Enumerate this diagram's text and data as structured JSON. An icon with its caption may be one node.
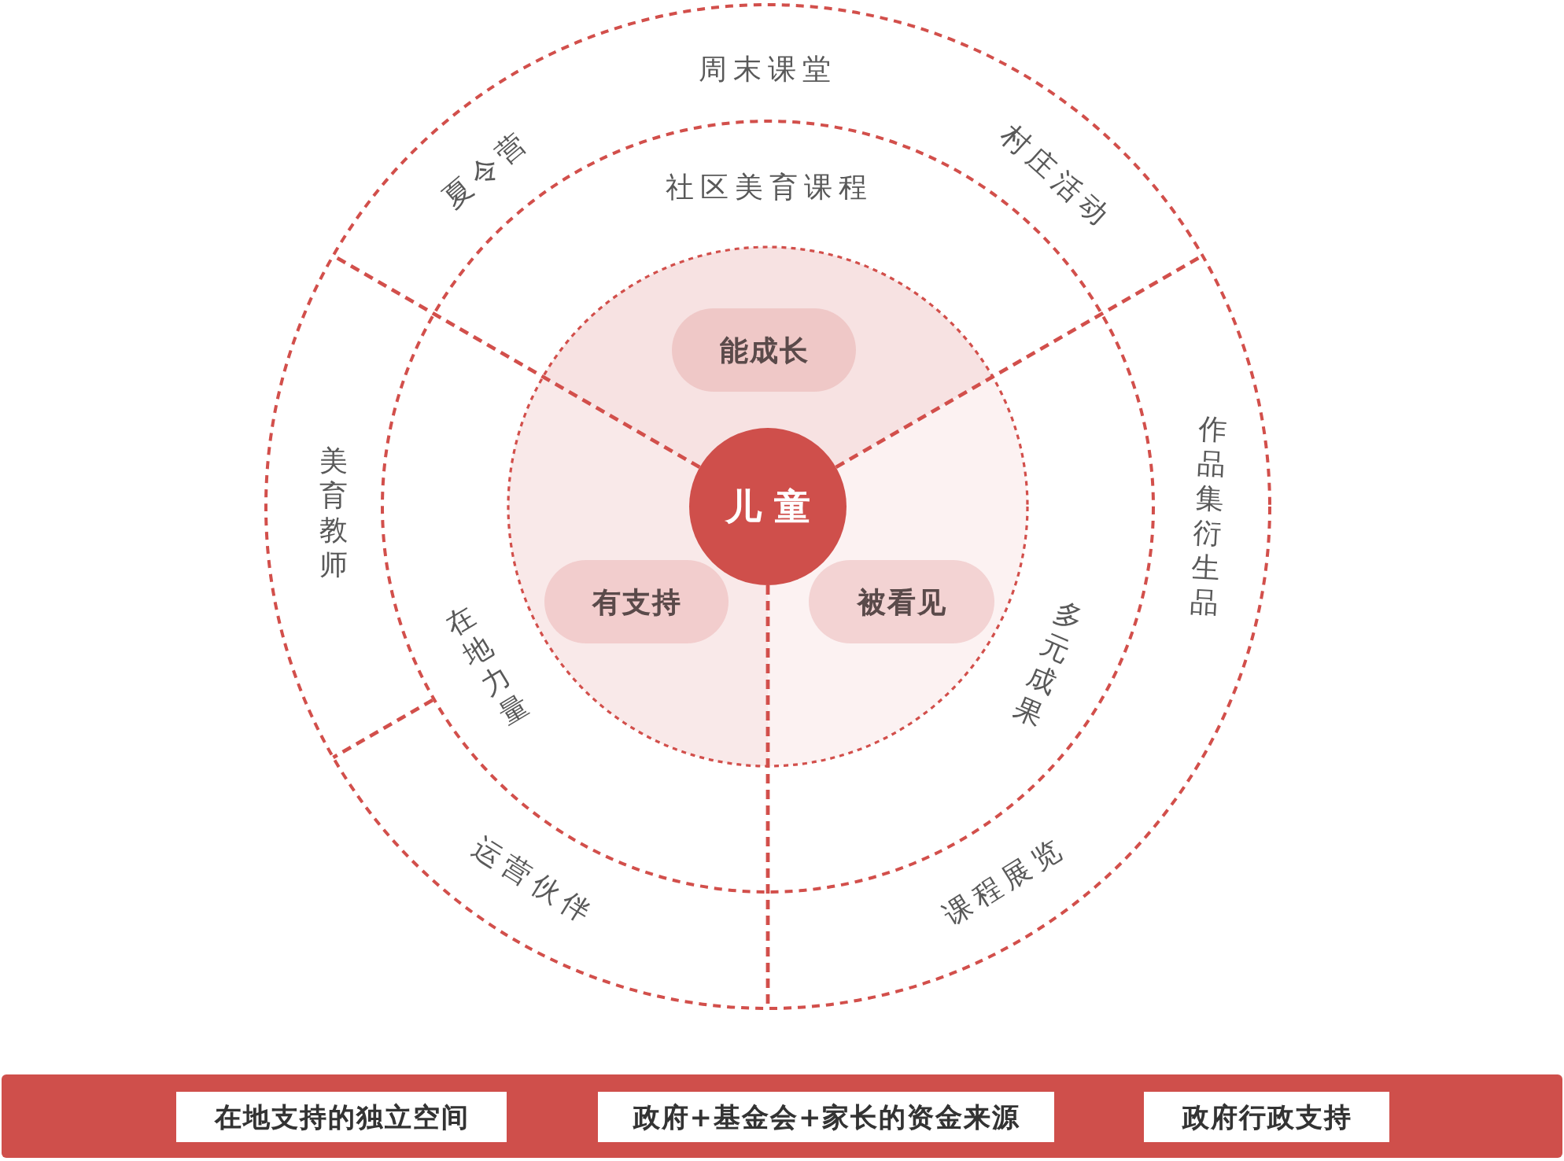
{
  "diagram": {
    "nodes": [
      {
        "text": [
          "周末课堂",
          "夏令营",
          "村庄活动",
          "美育教师",
          "作品集衍生品",
          "运营伙伴",
          "课程展览"
        ]
      },
      {
        "text": [
          "社区美育课程",
          "在地力量",
          "多元成果"
        ],
        "in": 0
      },
      {
        "text": [],
        "shape": "circle",
        "in": 1
      },
      {
        "text": [
          "能成长"
        ],
        "in": 2
      },
      {
        "text": [
          "儿童"
        ],
        "in": 2
      },
      {
        "text": [
          "有支持"
        ],
        "in": 2
      },
      {
        "text": [
          "被看见"
        ],
        "in": 2
      },
      {
        "text": [],
        "shape": "bar"
      },
      {
        "text": [
          "在地支持的独立空间"
        ],
        "in": 7
      },
      {
        "text": [
          "政府+基金会+家长的资金来源"
        ],
        "in": 7
      },
      {
        "text": [
          "政府行政支持"
        ],
        "in": 7
      }
    ]
  }
}
